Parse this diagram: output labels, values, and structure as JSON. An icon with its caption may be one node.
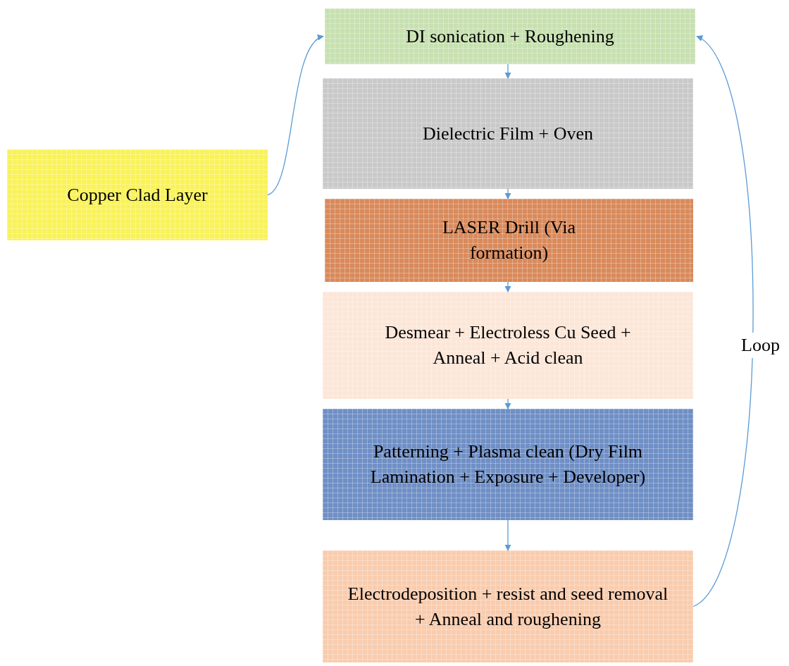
{
  "diagram": {
    "nodes": [
      {
        "text": [
          "Copper Clad Layer"
        ]
      },
      {
        "text": [
          "DI sonication + Roughening"
        ]
      },
      {
        "text": [
          "Dielectric Film + Oven"
        ]
      },
      {
        "text": [
          "LASER Drill (Via formation)"
        ]
      },
      {
        "text": [
          "Desmear + Electroless Cu Seed + Anneal + Acid clean"
        ]
      },
      {
        "text": [
          "Patterning + Plasma clean (Dry Film Lamination + Exposure + Developer)"
        ]
      },
      {
        "text": [
          "Electrodeposition + resist  and seed removal + Anneal and roughening"
        ]
      }
    ],
    "edges": [
      {
        "from": 0,
        "to": 1,
        "arrow": "to"
      },
      {
        "from": 1,
        "to": 2,
        "arrow": "to"
      },
      {
        "from": 2,
        "to": 3,
        "arrow": "to"
      },
      {
        "from": 3,
        "to": 4,
        "arrow": "to"
      },
      {
        "from": 4,
        "to": 5,
        "arrow": "to"
      },
      {
        "from": 5,
        "to": 6,
        "arrow": "to"
      },
      {
        "from": 6,
        "to": 1,
        "arrow": "to",
        "label": "Loop"
      }
    ]
  }
}
